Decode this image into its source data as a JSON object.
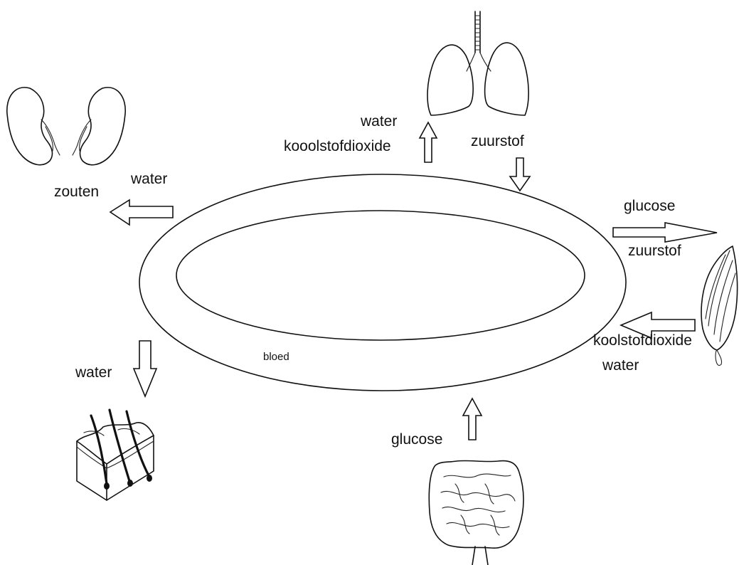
{
  "labels": {
    "bloed": "bloed",
    "lungs_out_water": "water",
    "lungs_out_co2": "kooolstofdioxide",
    "lungs_in_o2": "zuurstof",
    "kidney_water": "water",
    "kidney_salts": "zouten",
    "muscle_in_glucose": "glucose",
    "muscle_in_o2": "zuurstof",
    "muscle_out_co2": "koolstofdioxide",
    "muscle_out_water": "water",
    "skin_water": "water",
    "intestine_glucose": "glucose"
  },
  "icons": {
    "lungs": "lungs-icon",
    "kidneys": "kidneys-icon",
    "muscle": "muscle-icon",
    "skin": "skin-icon",
    "intestines": "intestines-icon"
  }
}
